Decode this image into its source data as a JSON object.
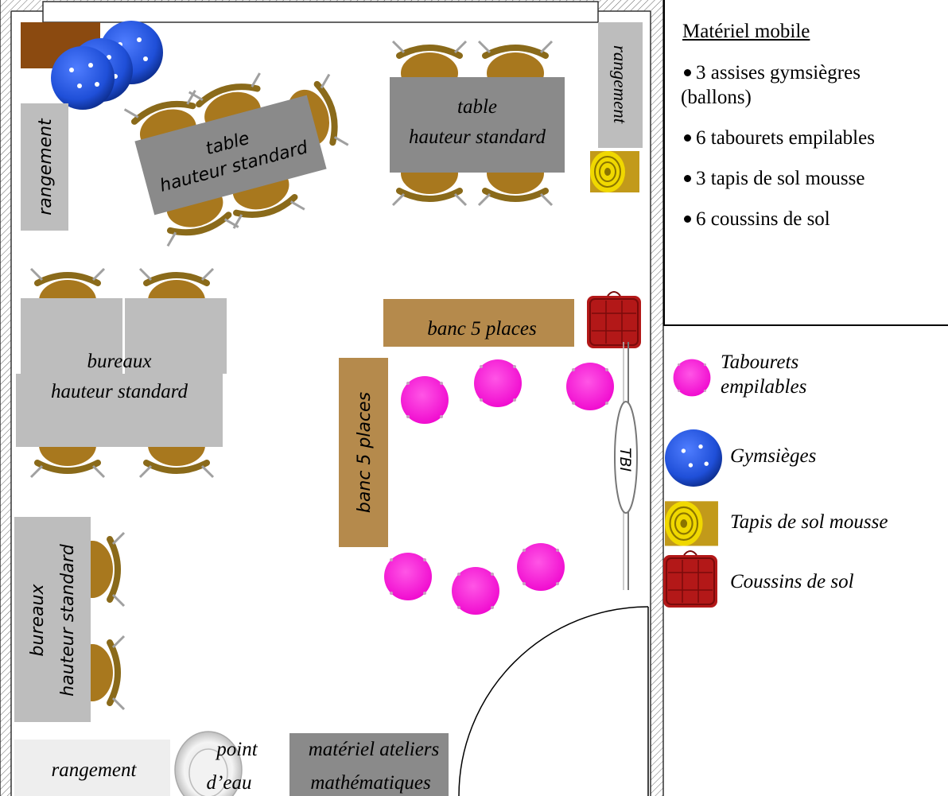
{
  "plan": {
    "table_top_left": {
      "line1": "table",
      "line2": "hauteur standard"
    },
    "table_top_right": {
      "line1": "table",
      "line2": "hauteur standard"
    },
    "storage_left": "rangement",
    "storage_top_right": "rangement",
    "desks_middle": {
      "line1": "bureaux",
      "line2": "hauteur standard"
    },
    "desks_bottom": {
      "line1": "bureaux",
      "line2": "hauteur standard"
    },
    "bench_horizontal": "banc 5 places",
    "bench_vertical": "banc 5 places",
    "board": "TBI",
    "storage_bottom": "rangement",
    "water_point": {
      "line1": "point",
      "line2": "d’eau"
    },
    "math_workshop": {
      "line1": "matériel ateliers",
      "line2": "mathématiques"
    }
  },
  "panel": {
    "title": "Matériel mobile",
    "items": [
      {
        "line1": "3 assises gymsiègres",
        "line2": "(ballons)"
      },
      {
        "line1": "6 tabourets empilables"
      },
      {
        "line1": "3 tapis de sol mousse"
      },
      {
        "line1": "6 coussins de sol"
      }
    ]
  },
  "legend": {
    "stools": {
      "line1": "Tabourets",
      "line2": "empilables"
    },
    "gym_balls": "Gymsièges",
    "foam_mat": "Tapis de sol mousse",
    "floor_cushions": "Coussins de sol"
  },
  "colors": {
    "table_gray": "#8a8a8a",
    "light_gray": "#bdbdbd",
    "chair_brown": "#a8781e",
    "bench_brown": "#b58a4c",
    "stool_magenta": "#ff22dd",
    "ball_blue": "#1f4fd8",
    "mat_yellow": "#e8d200",
    "cushion_red": "#b31818",
    "storage_dark_brown": "#8b4a10"
  }
}
